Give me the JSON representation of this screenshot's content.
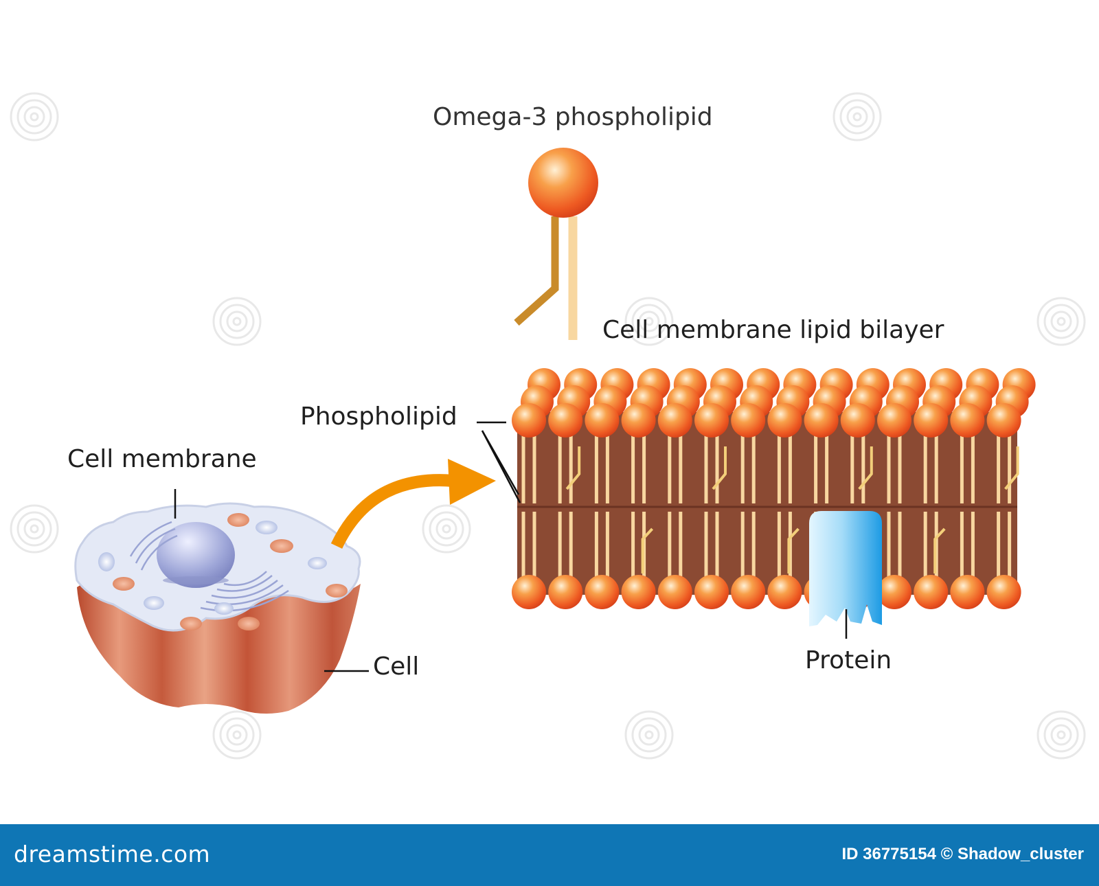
{
  "labels": {
    "omega3": "Omega-3 phospholipid",
    "bilayer": "Cell membrane lipid bilayer",
    "phospholipid": "Phospholipid",
    "cell_membrane": "Cell membrane",
    "cell": "Cell",
    "protein": "Protein"
  },
  "footer": {
    "brand": "dreamstime.com",
    "id_credit": "ID 36775154 © Shadow_cluster"
  },
  "colors": {
    "head_orange": "#f26a2a",
    "tail_light": "#f8d7a0",
    "tail_dark": "#c98b2a",
    "interior_brown": "#8b4a33",
    "arrow_orange": "#f39200",
    "protein_blue": "#2aa4e8",
    "footer_blue": "#0f76b5"
  },
  "icons": [
    "watermark-swirl-icon",
    "arrow-icon"
  ]
}
